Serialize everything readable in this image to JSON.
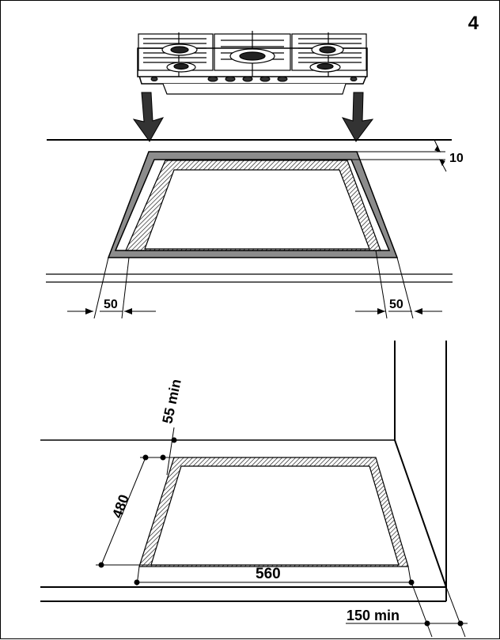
{
  "figure_number": "4",
  "dimensions": {
    "bezel_thickness": "10",
    "frame_margin_left": "50",
    "frame_margin_right": "50",
    "back_wall_clearance": "55 min",
    "cutout_depth": "480",
    "cutout_width": "560",
    "front_edge_clearance": "150 min"
  },
  "colors": {
    "line": "#000000",
    "frame_fill": "#8c8c8c",
    "background": "#ffffff"
  }
}
